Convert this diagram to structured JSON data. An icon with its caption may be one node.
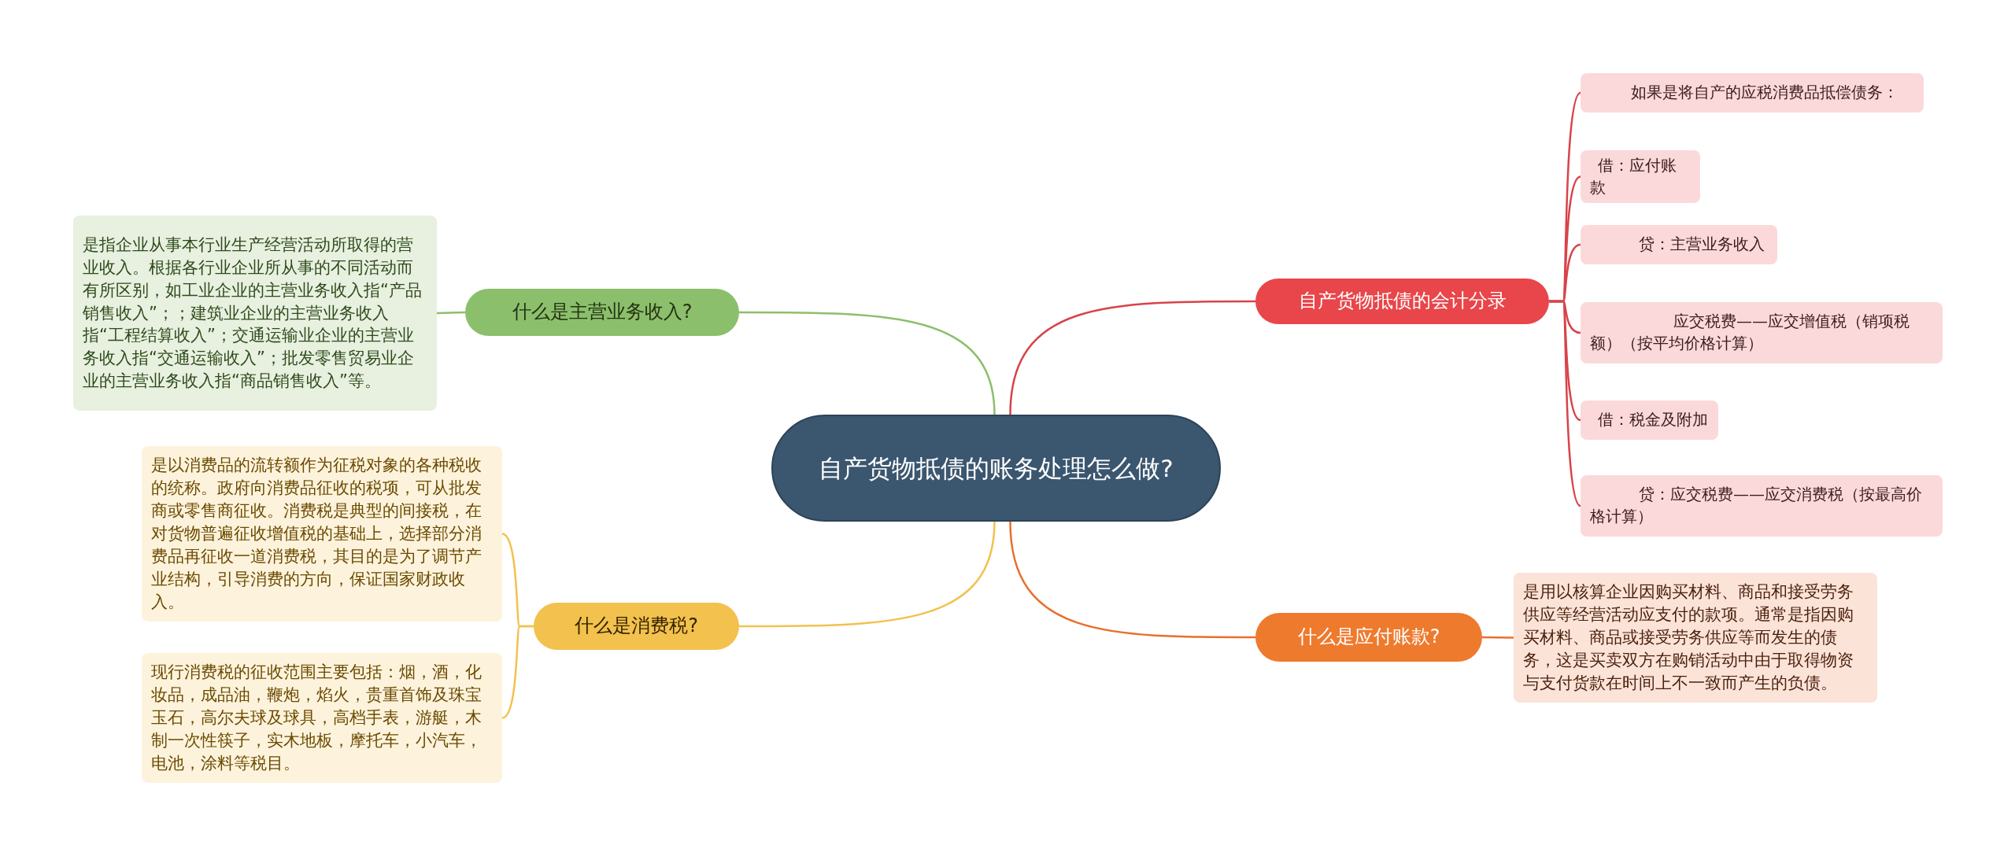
{
  "diagram": {
    "nodes": [
      {
        "text": [
          "自产货物抵债的账务处理怎么做?"
        ]
      },
      {
        "text": [
          "什么是主营业务收入?"
        ]
      },
      {
        "text": [
          "是指企业从事本行业生产经营活动所取得的营业收入。根据各行业企业所从事的不同活动而有所区别，如工业企业的主营业务收入指“产品销售收入”；；建筑业企业的主营业务收入指“工程结算收入”；交通运输业企业的主营业务收入指“交通运输收入”；批发零售贸易业企业的主营业务收入指“商品销售收入”等。"
        ]
      },
      {
        "text": [
          "什么是消费税?"
        ]
      },
      {
        "text": [
          "是以消费品的流转额作为征税对象的各种税收的统称。政府向消费品征收的税项，可从批发商或零售商征收。消费税是典型的间接税，在对货物普遍征收增值税的基础上，选择部分消费品再征收一道消费税，其目的是为了调节产业结构，引导消费的方向，保证国家财政收入。"
        ]
      },
      {
        "text": [
          "现行消费税的征收范围主要包括：烟，酒，化妆品，成品油，鞭炮，焰火，贵重首饰及珠宝玉石，高尔夫球及球具，高档手表，游艇，木制一次性筷子，实木地板，摩托车，小汽车，电池，涂料等税目。"
        ]
      },
      {
        "text": [
          "自产货物抵债的会计分录"
        ]
      },
      {
        "text": [
          "如果是将自产的应税消费品抵偿债务："
        ]
      },
      {
        "text": [
          "借：应付账款"
        ]
      },
      {
        "text": [
          "贷：主营业务收入"
        ]
      },
      {
        "text": [
          "应交税费——应交增值税（销项税额）（按平均价格计算）"
        ]
      },
      {
        "text": [
          "借：税金及附加"
        ]
      },
      {
        "text": [
          "贷：应交税费——应交消费税（按最高价格计算）"
        ]
      },
      {
        "text": [
          "什么是应付账款?"
        ]
      },
      {
        "text": [
          "是用以核算企业因购买材料、商品和接受劳务供应等经营活动应支付的款项。通常是指因购买材料、商品或接受劳务供应等而发生的债务，这是买卖双方在购销活动中由于取得物资与支付货款在时间上不一致而产生的负债。"
        ]
      }
    ],
    "edges": [
      {
        "from": 0,
        "to": 1,
        "arrow": "none",
        "color": "#8cbf6c"
      },
      {
        "from": 1,
        "to": 2,
        "arrow": "none",
        "color": "#8cbf6c"
      },
      {
        "from": 0,
        "to": 3,
        "arrow": "none",
        "color": "#f2c14e"
      },
      {
        "from": 3,
        "to": 4,
        "arrow": "none",
        "color": "#f2c14e"
      },
      {
        "from": 3,
        "to": 5,
        "arrow": "none",
        "color": "#f2c14e"
      },
      {
        "from": 0,
        "to": 6,
        "arrow": "none"
      },
      {
        "from": 6,
        "to": 7,
        "arrow": "none"
      },
      {
        "from": 6,
        "to": 8,
        "arrow": "none"
      },
      {
        "from": 6,
        "to": 9,
        "arrow": "none"
      },
      {
        "from": 6,
        "to": 10,
        "arrow": "none"
      },
      {
        "from": 6,
        "to": 11,
        "arrow": "none"
      },
      {
        "from": 6,
        "to": 12,
        "arrow": "none"
      },
      {
        "from": 0,
        "to": 13,
        "arrow": "none",
        "color": "#e8702d"
      },
      {
        "from": 13,
        "to": 14,
        "arrow": "none",
        "color": "#e8702d"
      }
    ]
  }
}
